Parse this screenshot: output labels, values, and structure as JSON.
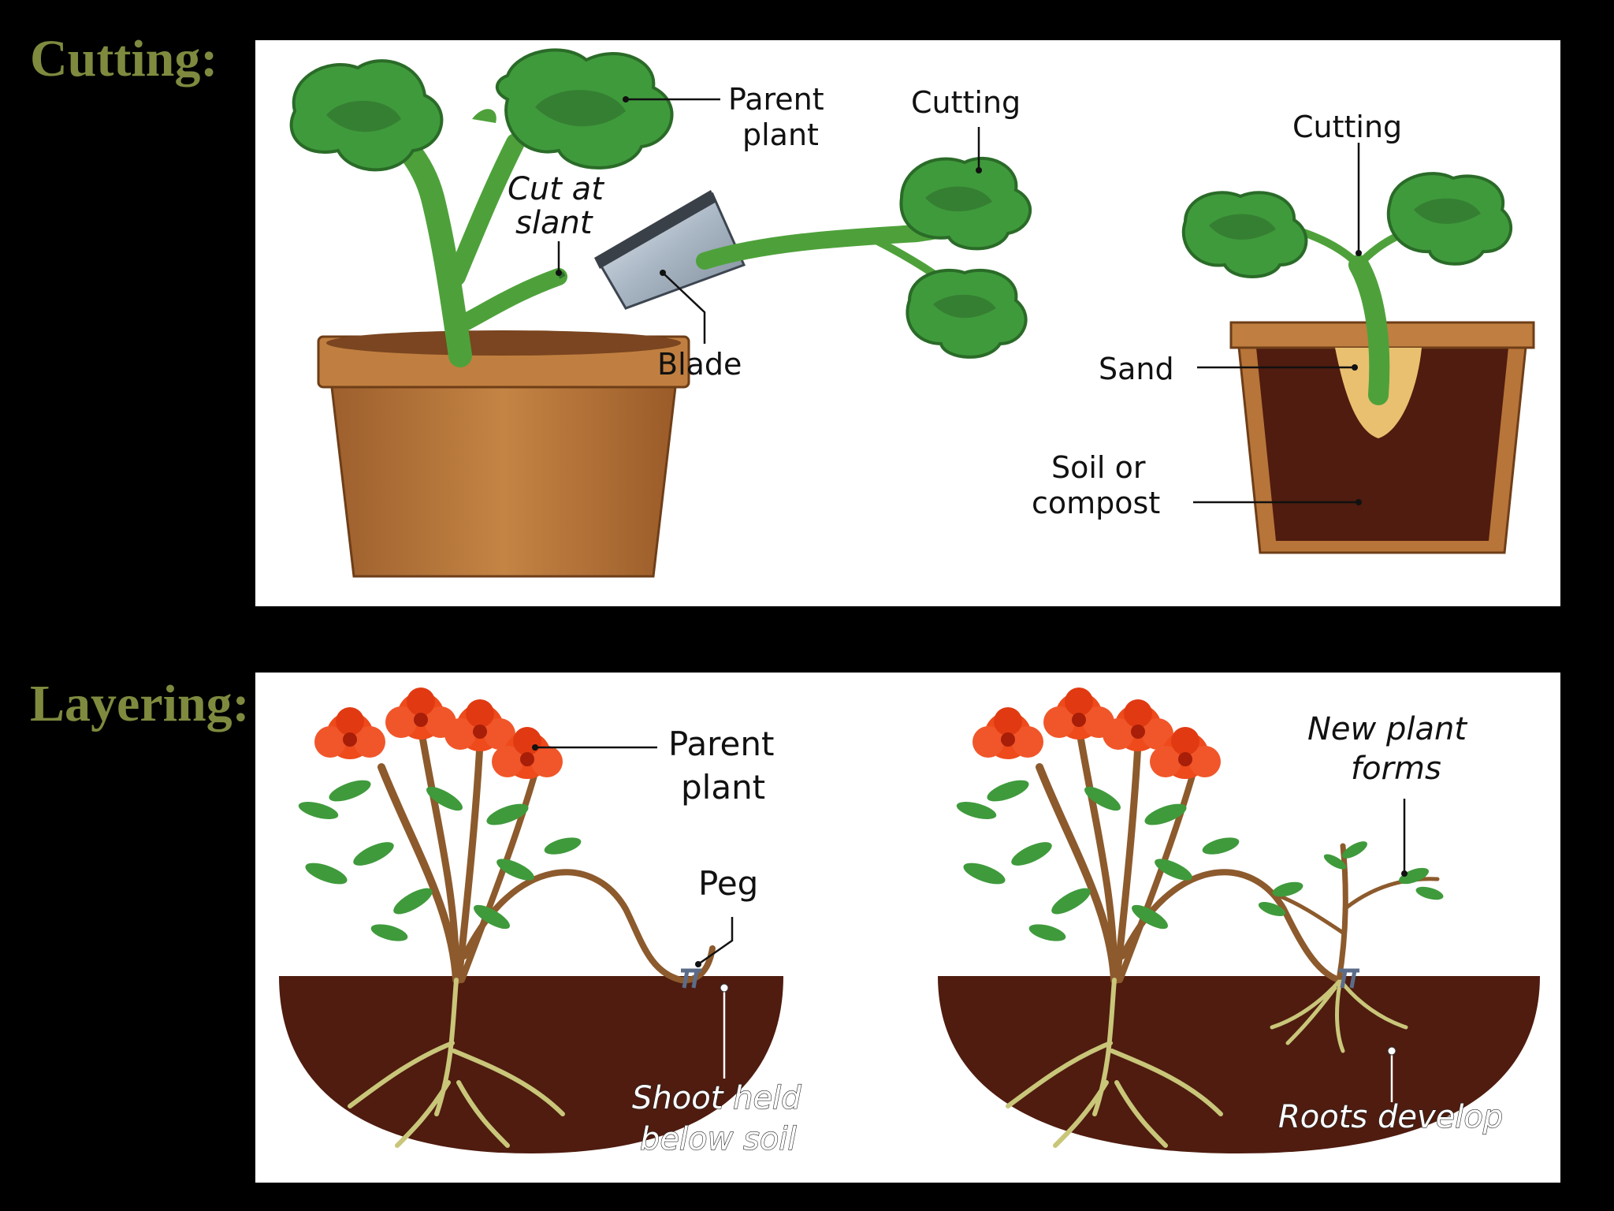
{
  "headings": {
    "cutting": "Cutting:",
    "layering": "Layering:"
  },
  "cutting": {
    "parent_plant": [
      "Parent",
      "plant"
    ],
    "cut_at_slant": [
      "Cut at",
      "slant"
    ],
    "blade": "Blade",
    "cutting_left": "Cutting",
    "cutting_right": "Cutting",
    "sand": "Sand",
    "soil": [
      "Soil or",
      "compost"
    ]
  },
  "layering": {
    "parent_plant": [
      "Parent",
      "plant"
    ],
    "peg": "Peg",
    "shoot": [
      "Shoot held",
      "below soil"
    ],
    "new_plant": [
      "New plant",
      "forms"
    ],
    "roots": "Roots develop"
  },
  "colors": {
    "heading": "#7f8a3f",
    "leaf": "#3f9a3c",
    "leaf_dark": "#2f6e2c",
    "stem": "#4ea13a",
    "pot": "#b8753a",
    "soil": "#4f1c0f",
    "sand": "#e9c070",
    "flower": "#ee4a1c",
    "root": "#c9c67a"
  }
}
